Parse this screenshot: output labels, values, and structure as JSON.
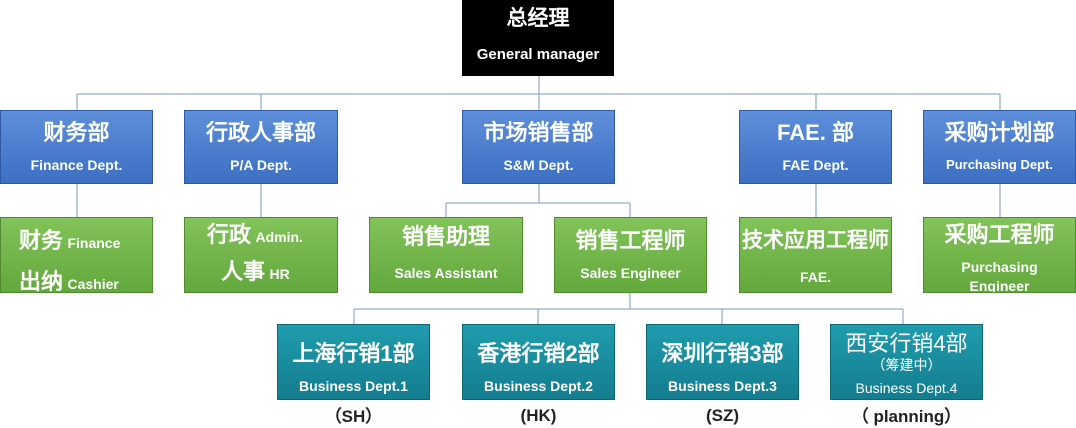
{
  "gm": {
    "zh": "总经理",
    "en": "General manager"
  },
  "depts": [
    {
      "zh": "财务部",
      "en": "Finance Dept."
    },
    {
      "zh": "行政人事部",
      "en": "P/A Dept."
    },
    {
      "zh": "市场销售部",
      "en": "S&M Dept."
    },
    {
      "zh": "FAE. 部",
      "en": "FAE Dept."
    },
    {
      "zh": "采购计划部",
      "en": "Purchasing Dept."
    }
  ],
  "finance_roles": [
    {
      "zh": "财务",
      "en": "Finance"
    },
    {
      "zh": "出纳",
      "en": "Cashier"
    }
  ],
  "admin_roles": [
    {
      "zh": "行政",
      "en": "Admin."
    },
    {
      "zh": "人事",
      "en": "HR"
    }
  ],
  "sales_assistant": {
    "zh": "销售助理",
    "en": "Sales Assistant"
  },
  "sales_engineer": {
    "zh": "销售工程师",
    "en": "Sales Engineer"
  },
  "fae_engineer": {
    "zh": "技术应用工程师",
    "en": "FAE."
  },
  "purchasing_engineer": {
    "zh": "采购工程师",
    "en": "Purchasing Engineer"
  },
  "branches": [
    {
      "zh": "上海行销1部",
      "en": "Business Dept.1",
      "paren": "（SH）"
    },
    {
      "zh": "香港行销2部",
      "en": "Business Dept.2",
      "paren": "(HK)"
    },
    {
      "zh": "深圳行销3部",
      "en": "Business Dept.3",
      "paren": "(SZ)"
    },
    {
      "zh": "西安行销4部",
      "sub": "（筹建中）",
      "en": "Business Dept.4",
      "paren": "（ planning）"
    }
  ]
}
